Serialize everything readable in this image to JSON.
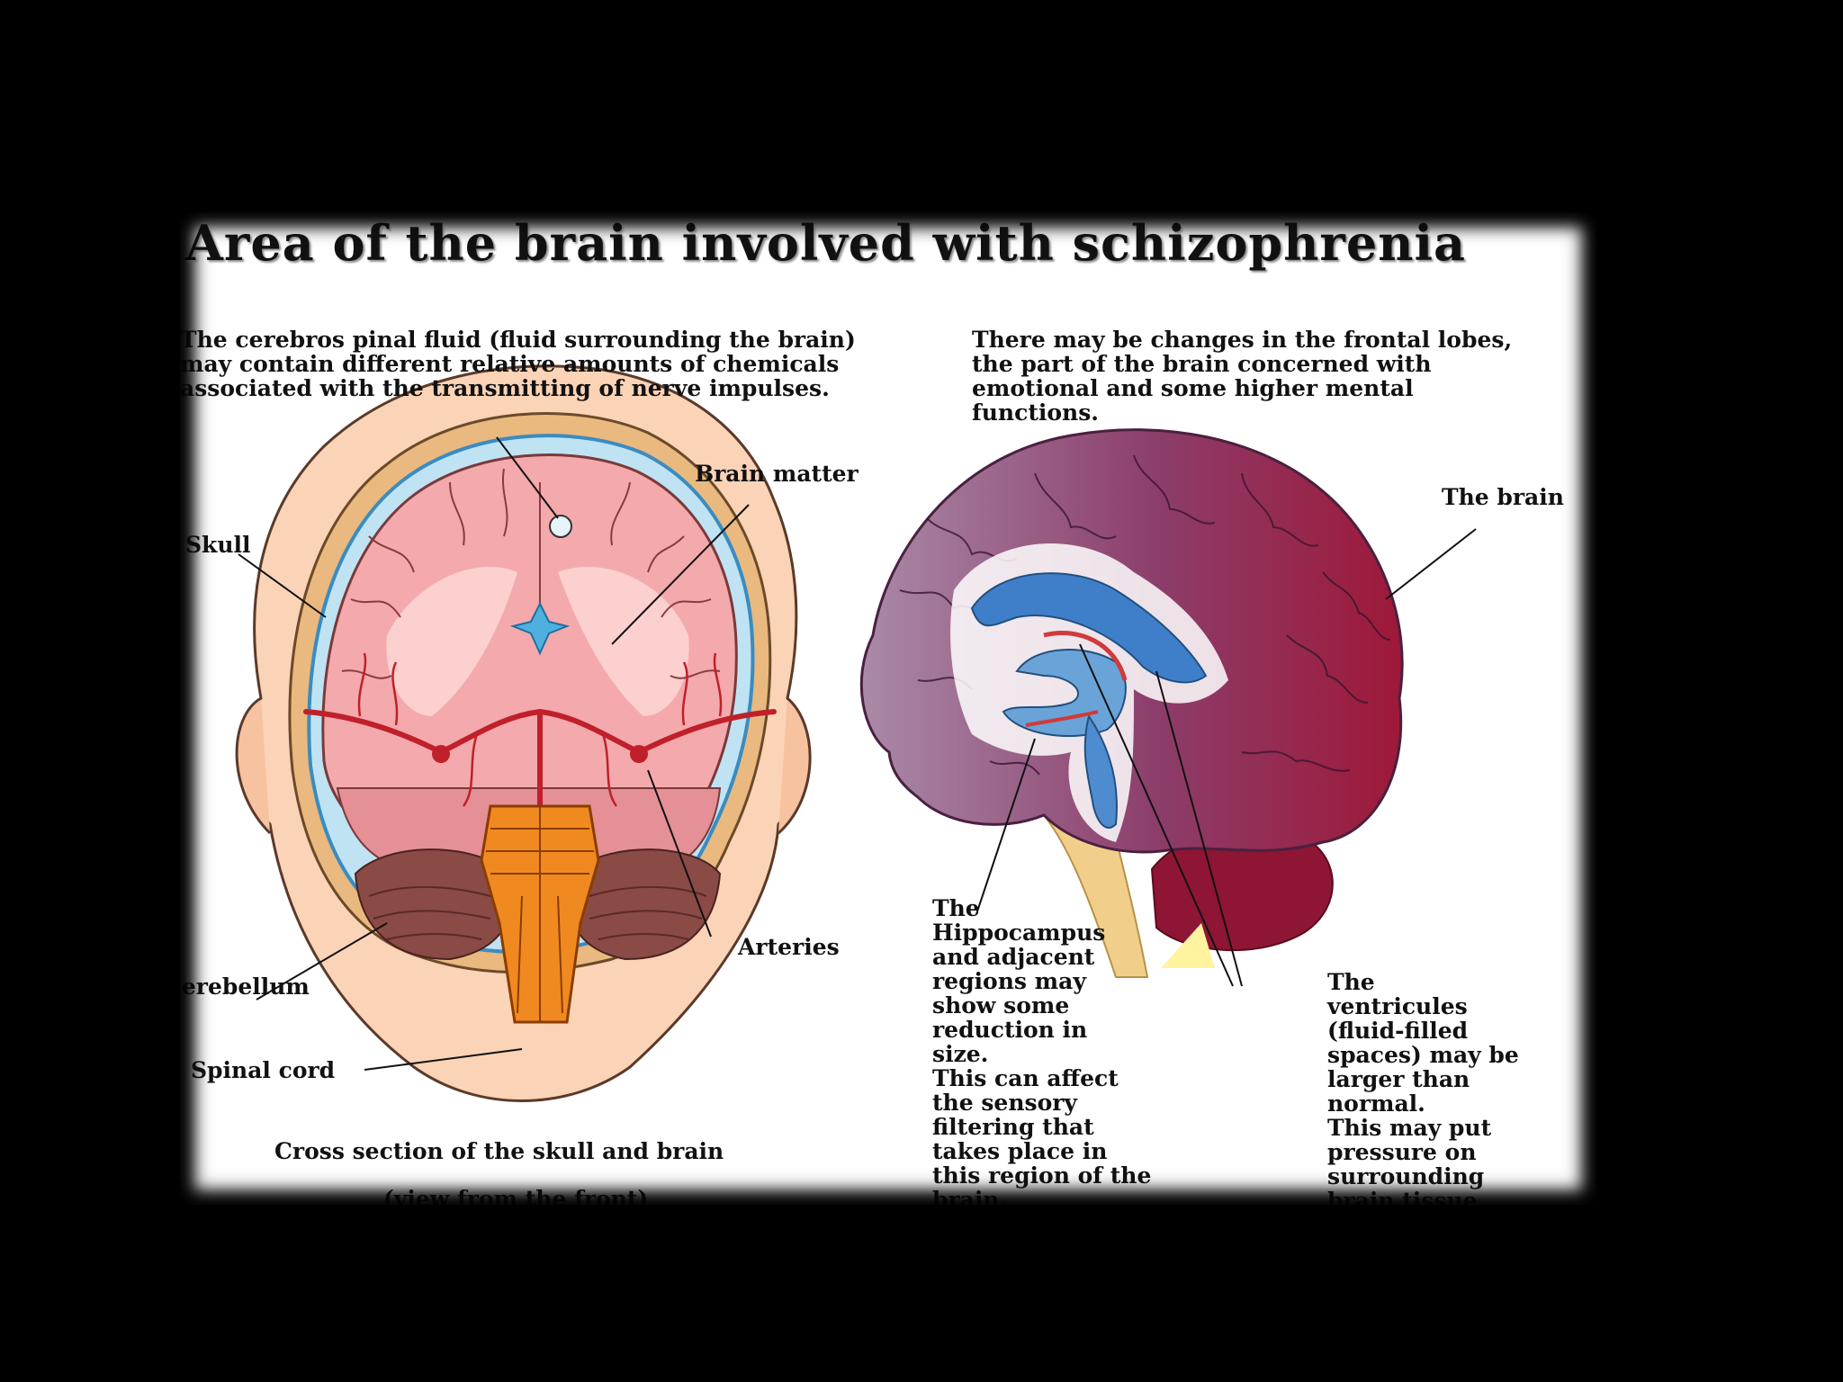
{
  "title": "Area of the brain involved with schizophrenia",
  "left_paragraph": [
    "The cerebros pinal fluid (fluid surrounding the brain)",
    "may contain different relative amounts of chemicals",
    "associated with the transmitting of nerve impulses."
  ],
  "right_paragraph": [
    "There may be changes in the frontal lobes,",
    "the part of the brain concerned with",
    "emotional and some higher mental",
    "functions."
  ],
  "labels": {
    "brain_matter": "Brain matter",
    "skull": "Skull",
    "arteries": "Arteries",
    "cerebellum": "Cerebellum",
    "spinal_cord": "Spinal cord",
    "the_brain": "The brain"
  },
  "cross_section_caption": "Cross section of the skull and brain",
  "cross_section_subcaption": "(view from the front)",
  "hippocampus_note": [
    "The",
    "Hippocampus",
    "and adjacent",
    "regions may",
    "show some",
    "reduction in",
    "size.",
    "This can affect",
    "the sensory",
    "filtering that",
    "takes place in",
    "this region of the",
    "brain."
  ],
  "ventricles_note": [
    "The",
    "ventricules",
    "(fluid-filled",
    "spaces) may be",
    "larger than",
    "normal.",
    "This may put",
    "pressure on",
    "surrounding",
    "brain tissue."
  ]
}
